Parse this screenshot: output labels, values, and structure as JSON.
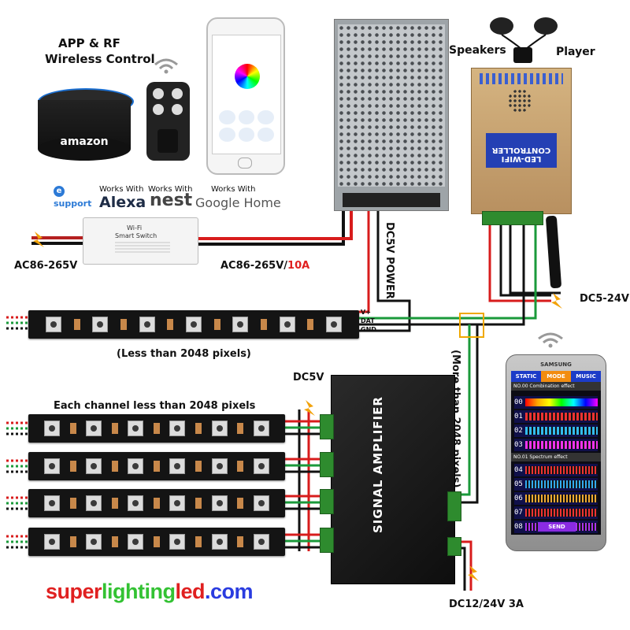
{
  "labels": {
    "app_rf": "APP & RF",
    "wireless_control": "Wireless Control",
    "speakers": "Speakers",
    "player": "Player",
    "ac_in": "AC86-265V",
    "ac_out": "AC86-265V/",
    "ac_out_amp": "10A",
    "dc5v_power": "DC5V POWER",
    "dc5_24v": "DC5-24V",
    "less_2048": "(Less than 2048 pixels)",
    "more_2048": "(More than 2048 pixels)",
    "each_channel": "Each channel less than 2048 pixels",
    "dc5v": "DC5V",
    "dc12_24v": "DC12/24V 3A",
    "signal_amplifier": "SIGNAL AMPLIFIER",
    "works_with_1": "Works With",
    "alexa": "Alexa",
    "works_with_2": "Works With",
    "nest": "nest",
    "works_with_3": "Works With",
    "google_home": "Google Home",
    "esupport_e": "e",
    "esupport": "support",
    "amazon": "amazon",
    "wifi_switch": "Wi-Fi",
    "smart_switch": "Smart Switch",
    "controller_line1": "LED-WIFI",
    "controller_line2": "CONTROLLER",
    "brand_super": "super",
    "brand_lighting": "lighting",
    "brand_led": "led",
    "brand_com": ".com",
    "pin_vplus": "V+",
    "pin_dat": "DAT",
    "pin_gnd": "GND"
  },
  "phone_app": {
    "tabs": [
      "STATIC",
      "MODE",
      "MUSIC"
    ],
    "section1": "NO.00 Combination effect",
    "section2": "NO.01 Spectrum effect",
    "rows": [
      "00",
      "01",
      "02",
      "03",
      "04",
      "05",
      "06",
      "07",
      "08"
    ],
    "send": "SEND",
    "brand": "SAMSUNG"
  },
  "colors": {
    "red_wire": "#d81c1c",
    "green_wire": "#1a9a3a",
    "black_wire": "#111111",
    "amp_body": "#1c1c1c",
    "controller_body": "#c9a36a",
    "brand_green": "#33c233",
    "brand_red": "#e02020",
    "brand_blue": "#2a3ce0"
  },
  "icons": [
    "amazon-echo-icon",
    "rf-remote-icon",
    "wifi-signal-icon",
    "smartphone-icon",
    "power-supply-icon",
    "headphones-icon",
    "antenna-icon",
    "fuse-icon"
  ]
}
